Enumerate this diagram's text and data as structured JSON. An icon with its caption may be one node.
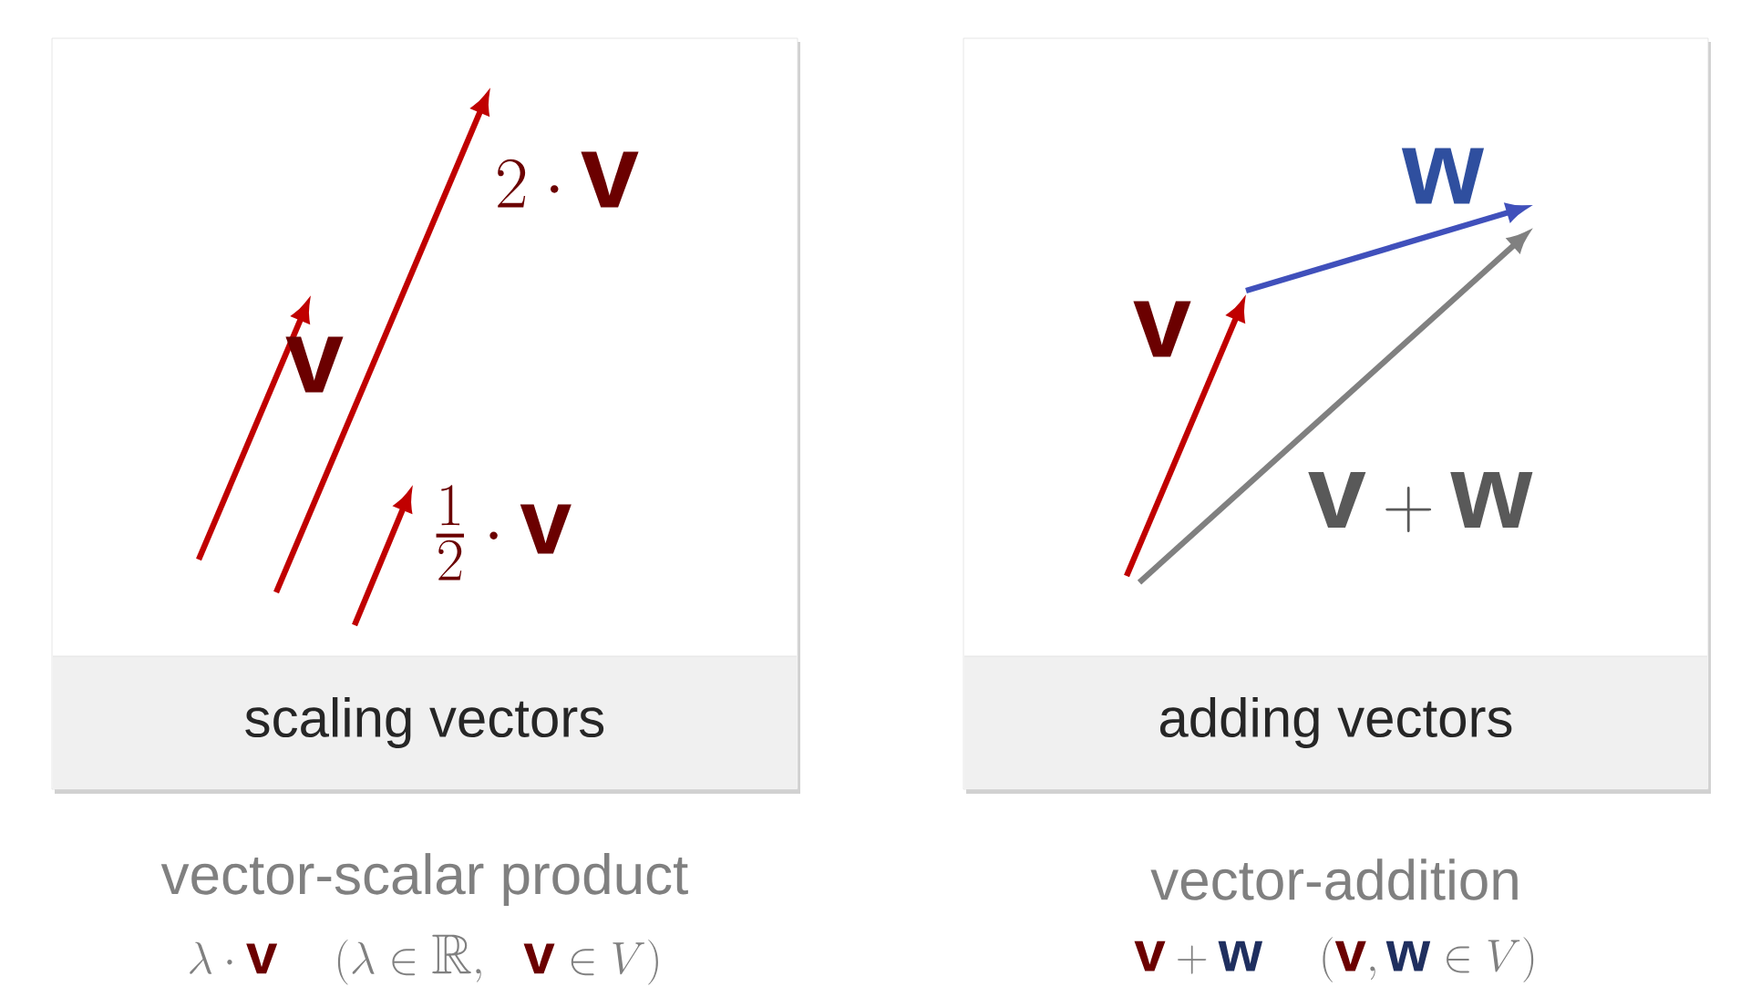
{
  "diagram": {
    "nodes": [
      {
        "text": [
          "scaling vectors"
        ],
        "beside": [
          "vector-scalar product",
          "\\lambda \\cdot \\textcolor[HTML]{6B0000}{\\mathbf{v}} \\quad (\\lambda \\in \\mathbb{R},\\ \\ \\textcolor[HTML]{6B0000}{\\mathbf{v}} \\in V)"
        ]
      },
      {
        "text": [
          "adding vectors"
        ],
        "beside": [
          "vector-addition",
          "\\textcolor[HTML]{6B0000}{\\mathbf{v}} + \\textcolor[HTML]{1F2F5F}{\\mathbf{w}} \\quad (\\textcolor[HTML]{6B0000}{\\mathbf{v}}, \\textcolor[HTML]{1F2F5F}{\\mathbf{w}} \\in V)"
        ]
      }
    ],
    "labels": [
      "2 \\cdot \\mathbf{v}",
      "\\mathbf{v}",
      "\\tfrac{1}{2} \\cdot \\mathbf{v}",
      "\\mathbf{w}",
      "\\mathbf{v}",
      "\\mathbf{v} + \\mathbf{w}"
    ]
  }
}
